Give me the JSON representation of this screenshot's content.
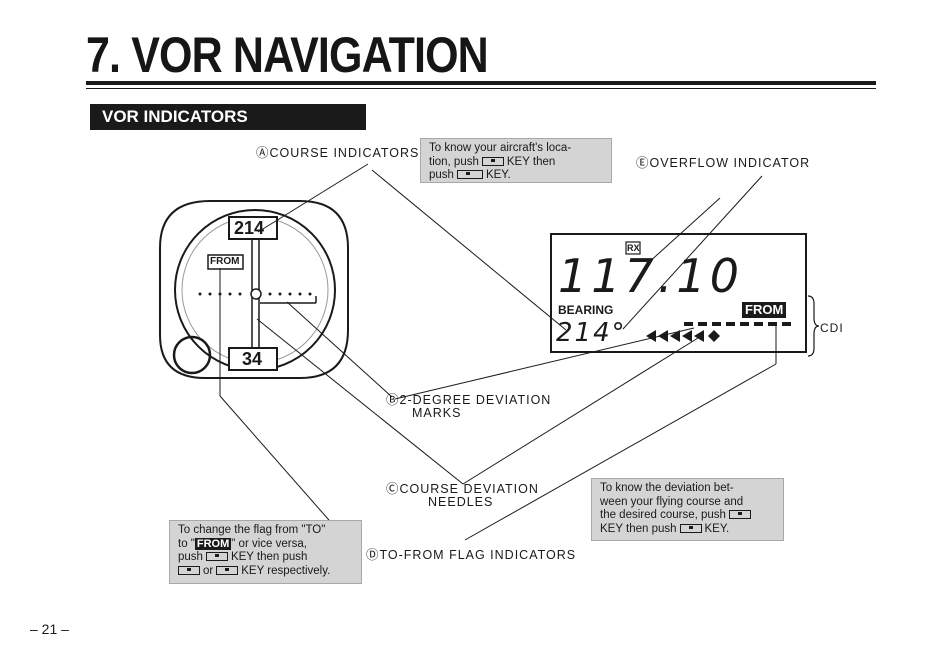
{
  "page": {
    "title": "7. VOR NAVIGATION",
    "section": "VOR INDICATORS",
    "page_number": "– 21 –"
  },
  "callouts": {
    "course_indicators": "ⒶCOURSE  INDICATORS",
    "two_degree_marks_line1": "Ⓑ2-DEGREE  DEVIATION",
    "two_degree_marks_line2": "MARKS",
    "course_needles_line1": "ⒸCOURSE  DEVIATION",
    "course_needles_line2": "NEEDLES",
    "to_from_flag": "ⒹTO-FROM  FLAG INDICATORS",
    "overflow_indicator": "ⒺOVERFLOW  INDICATOR",
    "cdi": "CDI"
  },
  "notes": {
    "location": {
      "l1": "To know your aircraft's loca-",
      "l2a": "tion, push",
      "l2b": "KEY  then",
      "l3a": "push",
      "l3b": "KEY."
    },
    "deviation": {
      "l1": "To  know  the  deviation  bet-",
      "l2": "ween your flying course and",
      "l3a": "the desired course, push",
      "l4a": "KEY then push",
      "l4b": "KEY."
    },
    "flag": {
      "l1": "To change the flag from \"TO\"",
      "l2a": "to  \"",
      "l2flag": "FROM",
      "l2b": "\"  or  vice  versa,",
      "l3a": "push",
      "l3b": "KEY  then  push",
      "l4a": "or",
      "l4b": "KEY respectively."
    }
  },
  "instrument": {
    "course_top": "214",
    "course_bottom": "34",
    "flag": "FROM"
  },
  "display": {
    "rx": "RX",
    "frequency": "117.10",
    "bearing_label": "BEARING",
    "bearing_value": "214°",
    "from_flag": "FROM"
  }
}
